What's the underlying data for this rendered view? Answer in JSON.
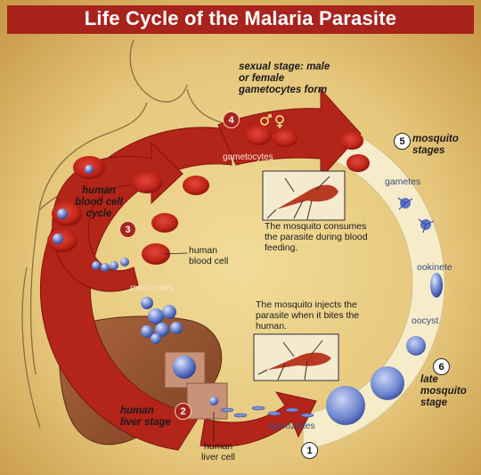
{
  "title": "Life Cycle of the Malaria Parasite",
  "stages": {
    "s1": {
      "number": "1"
    },
    "s2": {
      "number": "2",
      "label": "human liver stage"
    },
    "s3": {
      "number": "3",
      "label": "human blood cell cycle"
    },
    "s4": {
      "number": "4",
      "label": "sexual stage: male or female gametocytes form"
    },
    "s5": {
      "number": "5",
      "label": "mosquito stages"
    },
    "s6": {
      "number": "6",
      "label": "late mosquito stage"
    }
  },
  "labels": {
    "gametocytes": "gametocytes",
    "merozoites": "merozoites",
    "sporozoites": "sporozoites",
    "gametes": "gametes",
    "ookinete": "ookinete",
    "oocyst": "oocyst",
    "human_blood_cell": "human blood cell",
    "human_liver_cell": "human liver cell"
  },
  "captions": {
    "consumes": "The mosquito consumes the parasite during blood feeding.",
    "injects": "The mosquito injects the parasite when it bites the human."
  },
  "colors": {
    "title_bar": "#a8231c",
    "arrow_red": "#b32419",
    "ring_cream": "#f6ecc9",
    "background": "#e9cf8a"
  }
}
